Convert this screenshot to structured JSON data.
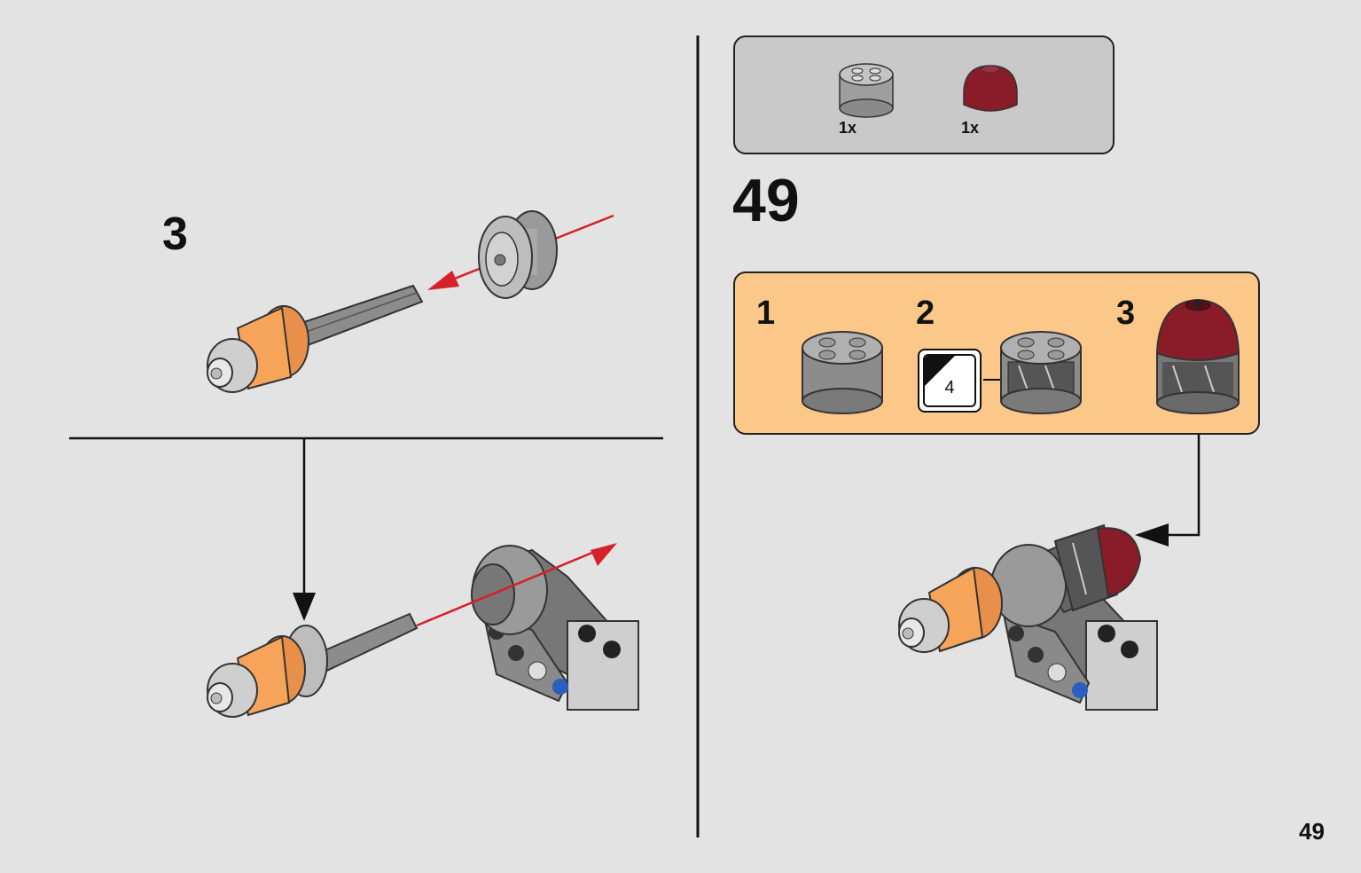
{
  "left_panel": {
    "step_label": "3"
  },
  "parts_list": {
    "items": [
      {
        "icon": "gray-round-brick-icon",
        "qty": "1x"
      },
      {
        "icon": "dark-red-dome-icon",
        "qty": "1x"
      }
    ]
  },
  "step": {
    "number": "49",
    "subassembly": {
      "steps": [
        "1",
        "2",
        "3"
      ],
      "sticker_number": "4"
    }
  },
  "page_number": "49",
  "colors": {
    "background": "#e3e3e3",
    "parts_box": "#c9c9c9",
    "subassembly_box": "#fcc889",
    "arrow_red": "#d6202a",
    "dark_red": "#8a1c2a",
    "orange": "#f6a45a",
    "gray": "#8c8c8c"
  }
}
